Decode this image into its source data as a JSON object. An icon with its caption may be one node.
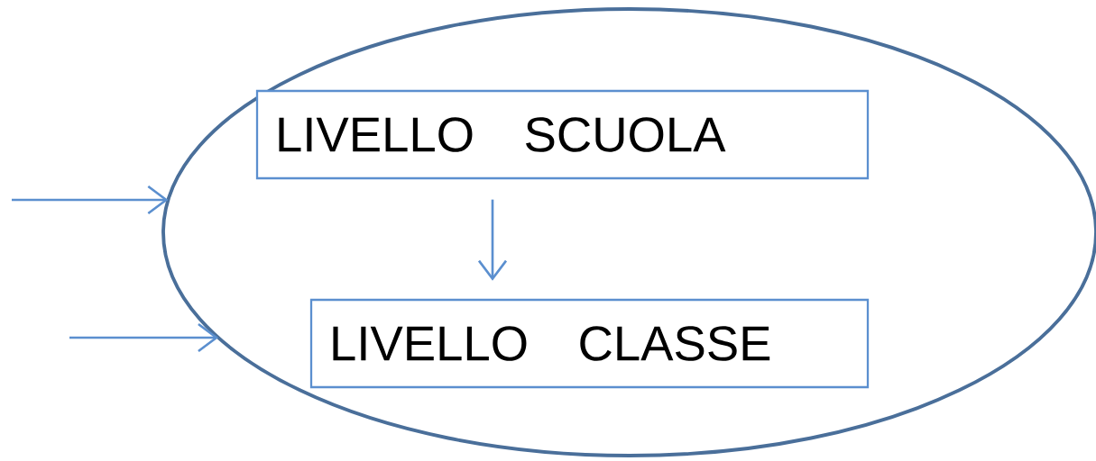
{
  "diagram": {
    "nodes": [
      {
        "text": [],
        "shape": "ellipse"
      },
      {
        "text": [
          "LIVELLO SCUOLA"
        ],
        "in": 0
      },
      {
        "text": [
          "LIVELLO CLASSE"
        ],
        "in": 0
      }
    ],
    "edges": [
      {
        "from": 1,
        "to": 2,
        "arrow": "to"
      },
      {
        "from": null,
        "to": 0,
        "arrow": "to"
      },
      {
        "from": null,
        "to": 0,
        "arrow": "to"
      }
    ]
  }
}
